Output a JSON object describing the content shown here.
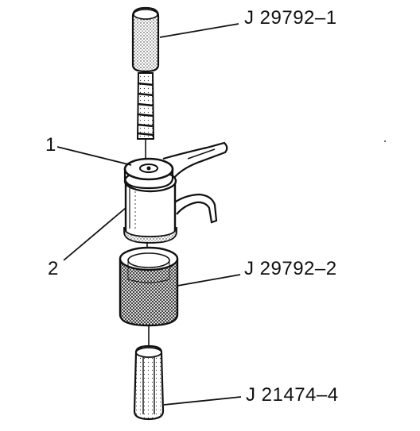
{
  "callouts": {
    "tool_top": "J 29792–1",
    "tool_middle": "J 29792–2",
    "tool_bottom": "J 21474–4"
  },
  "item_labels": {
    "item1": "1",
    "item2": "2"
  },
  "colors": {
    "ink": "#111111",
    "background": "#ffffff"
  }
}
